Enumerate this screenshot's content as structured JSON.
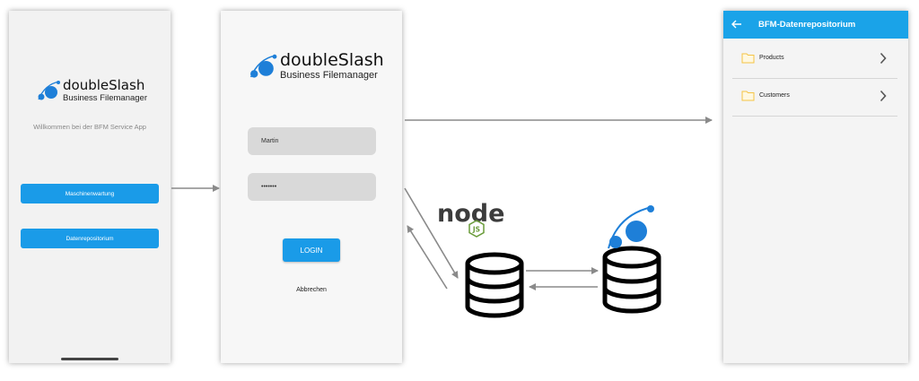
{
  "screen1": {
    "brand": "doubleSlash",
    "tagline": "Business Filemanager",
    "welcome": "Willkommen bei der BFM Service App",
    "button_maschinenwartung": "Maschinenwartung",
    "button_datenrepositorium": "Datenrepositorium"
  },
  "screen2": {
    "brand": "doubleSlash",
    "tagline": "Business Filemanager",
    "username_value": "Martin",
    "password_value": "•••••••",
    "login_label": "LOGIN",
    "cancel_label": "Abbrechen"
  },
  "screen3": {
    "title": "BFM-Datenrepositorium",
    "folders": [
      {
        "label": "Products"
      },
      {
        "label": "Customers"
      }
    ]
  },
  "backend": {
    "node_logo_word": "node",
    "node_logo_badge": "JS"
  },
  "colors": {
    "accent": "#1a9be8",
    "appbar": "#1aa3e8",
    "folder": "#f5c445",
    "logo_blue": "#1e7fd8"
  },
  "icons": [
    "logo-orbit-icon",
    "back-arrow-icon",
    "folder-icon",
    "chevron-right-icon",
    "database-icon",
    "nodejs-logo-icon"
  ]
}
